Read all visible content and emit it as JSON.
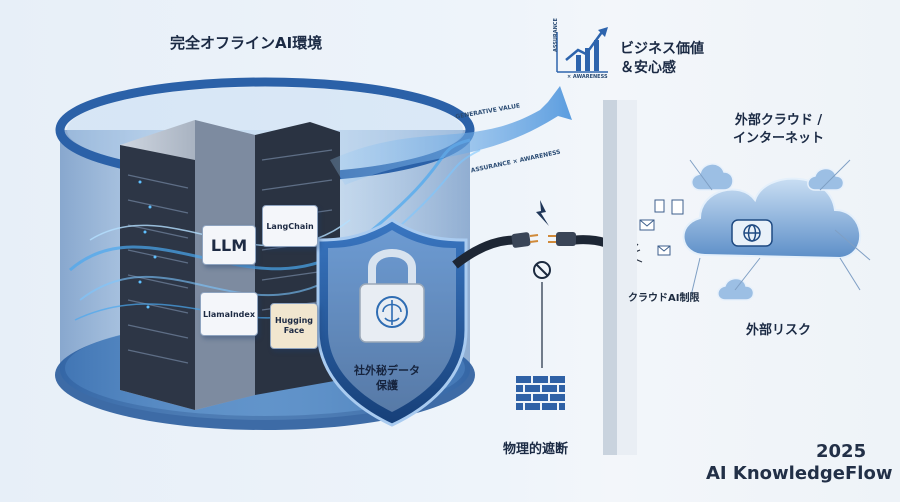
{
  "labels": {
    "offline_env": "完全オフラインAI環境",
    "business_value_1": "ビジネス価値",
    "business_value_2": "＆安心感",
    "external_cloud_1": "外部クラウド /",
    "external_cloud_2": "インターネット",
    "cloud_ai_limit": "クラウドAI制限",
    "external_risk": "外部リスク",
    "physical_cutoff": "物理的遮断",
    "year": "2025",
    "brand": "AI KnowledgeFlow"
  },
  "chips": {
    "llm": "LLM",
    "langchain": "LangChain",
    "llamaindex": "LlamaIndex",
    "hugging_face": "Hugging Face"
  },
  "shield": {
    "line1": "社外秘データ",
    "line2": "保護"
  },
  "arrow_texts": {
    "generative_value": "GENERATIVE VALUE",
    "assurance_awareness": "ASSURANCE × AWARENESS",
    "chart_caption": "× AWARENESS",
    "chart_axis": "ASSURANCE"
  },
  "colors": {
    "enclosure": "#2f6db3",
    "flow": "#4aa8f0",
    "shield": "#1e4f8f",
    "text": "#1b2a44"
  },
  "icons": [
    "server-rack-icon",
    "padlock-brain-icon",
    "shield-icon",
    "cable-plug-icon",
    "cable-plug-icon",
    "spark-icon",
    "no-entry-icon",
    "brick-wall-icon",
    "cloud-icon",
    "globe-icon",
    "email-icon",
    "document-icon",
    "rising-chart-icon"
  ]
}
